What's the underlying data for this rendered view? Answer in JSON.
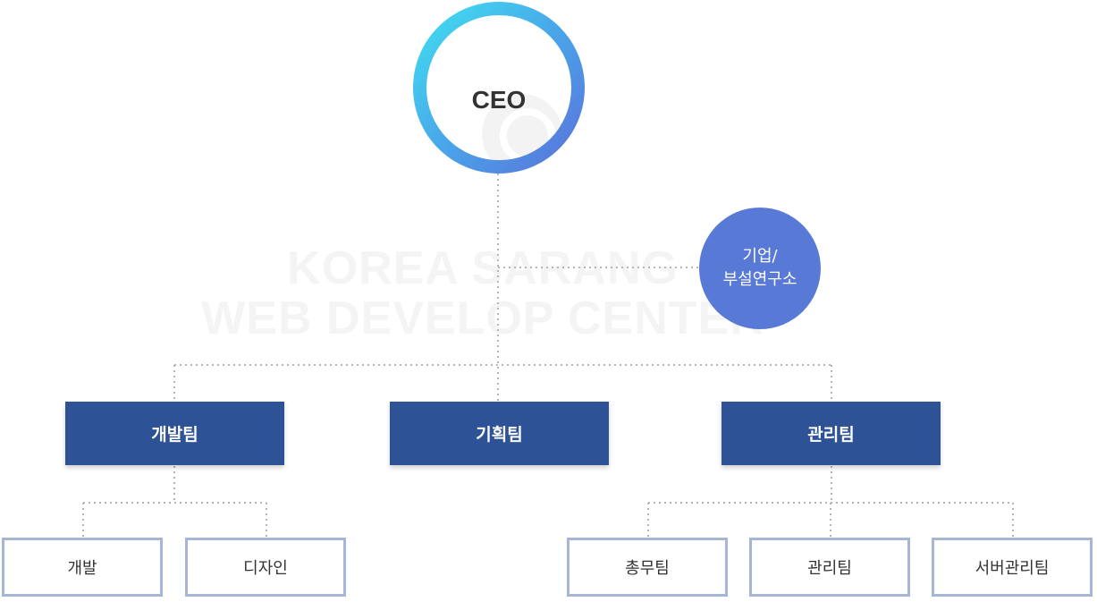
{
  "watermark": {
    "line1": "KOREA SARANG",
    "line2": "WEB DEVELOP CENTER"
  },
  "ceo": {
    "label": "CEO"
  },
  "lab": {
    "line1": "기업/",
    "line2": "부설연구소"
  },
  "teams": [
    {
      "label": "개발팀",
      "children": [
        "개발",
        "디자인"
      ]
    },
    {
      "label": "기획팀",
      "children": []
    },
    {
      "label": "관리팀",
      "children": [
        "총무팀",
        "관리팀",
        "서버관리팀"
      ]
    }
  ],
  "colors": {
    "team_fill": "#2d5296",
    "lab_fill": "#5879d6",
    "sub_border": "#a7b6d6",
    "connector": "#b5b5b5",
    "ceo_gradient_start": "#3fe3f1",
    "ceo_gradient_end": "#5b6fd9"
  }
}
